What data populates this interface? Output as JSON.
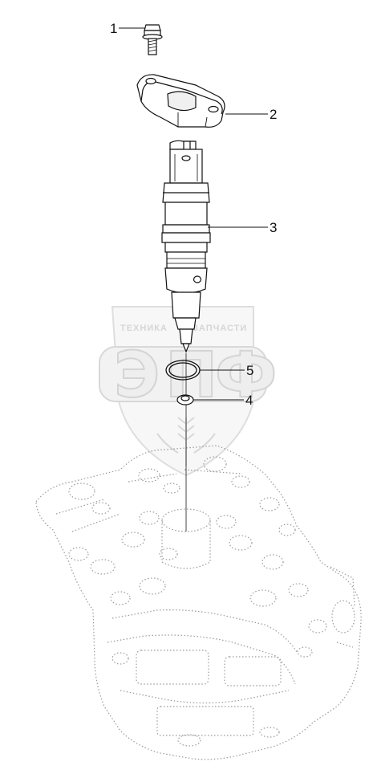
{
  "diagram": {
    "callouts": [
      {
        "id": "1",
        "label": "1"
      },
      {
        "id": "2",
        "label": "2"
      },
      {
        "id": "3",
        "label": "3"
      },
      {
        "id": "4",
        "label": "4"
      },
      {
        "id": "5",
        "label": "5"
      }
    ],
    "parts": [
      {
        "id": "bolt",
        "callout": "1"
      },
      {
        "id": "clamp",
        "callout": "2"
      },
      {
        "id": "injector",
        "callout": "3"
      },
      {
        "id": "seal-washer",
        "callout": "4"
      },
      {
        "id": "o-ring",
        "callout": "5"
      },
      {
        "id": "cylinder-head",
        "callout": ""
      }
    ]
  },
  "watermark": {
    "line1": "ТЕХНИКА",
    "line2": "ЗАПЧАСТИ",
    "letters": [
      "Э",
      "П",
      "Ф"
    ],
    "colors": {
      "fill": "#eeeeee",
      "stroke": "#d4d4d4"
    }
  }
}
